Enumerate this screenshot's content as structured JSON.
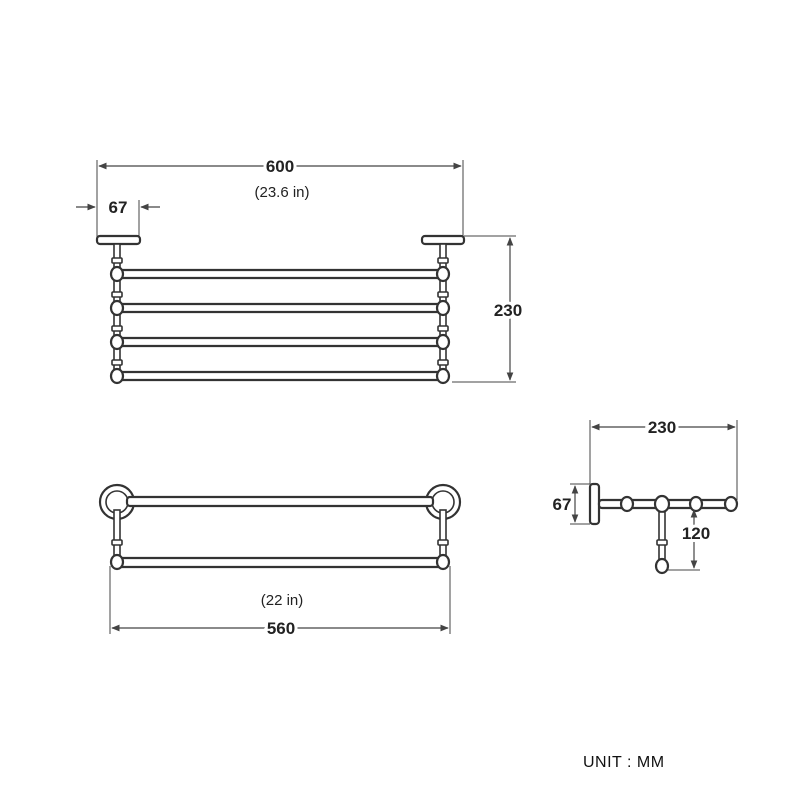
{
  "top_view": {
    "width_mm": "600",
    "width_in": "(23.6 in)",
    "bracket_mm": "67",
    "height_mm": "230"
  },
  "front_view": {
    "width_mm": "560",
    "width_in": "(22 in)"
  },
  "side_view": {
    "depth_mm": "230",
    "plate_mm": "67",
    "drop_mm": "120"
  },
  "unit_label": "UNIT : MM",
  "colors": {
    "line": "#333333",
    "dimension": "#444444",
    "background": "#ffffff"
  }
}
